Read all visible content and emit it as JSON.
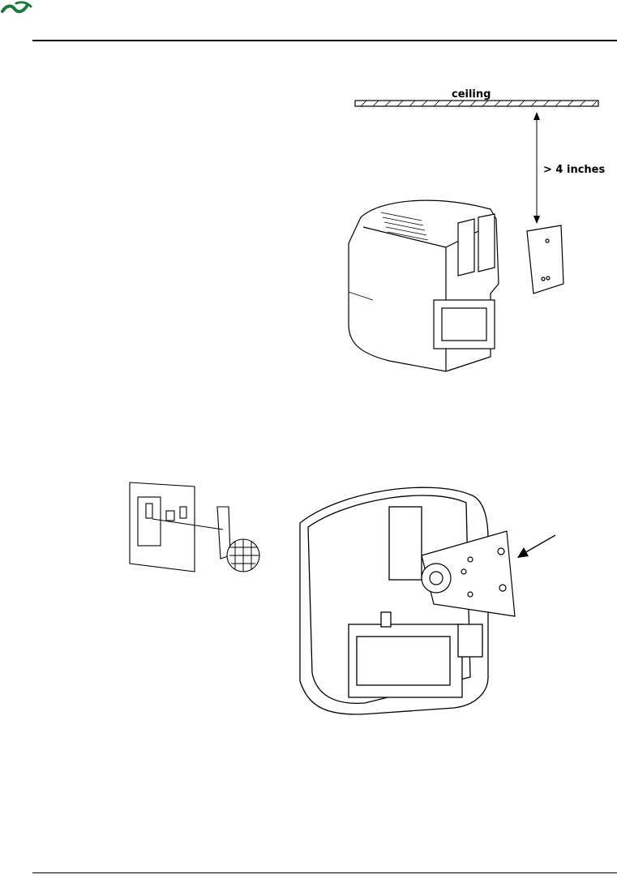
{
  "header": {
    "logo_icon": "leaf-swoosh-logo",
    "logo_color": "#1a7a3a"
  },
  "figure_top": {
    "ceiling_label": "ceiling",
    "clearance_label": "> 4 inches"
  }
}
